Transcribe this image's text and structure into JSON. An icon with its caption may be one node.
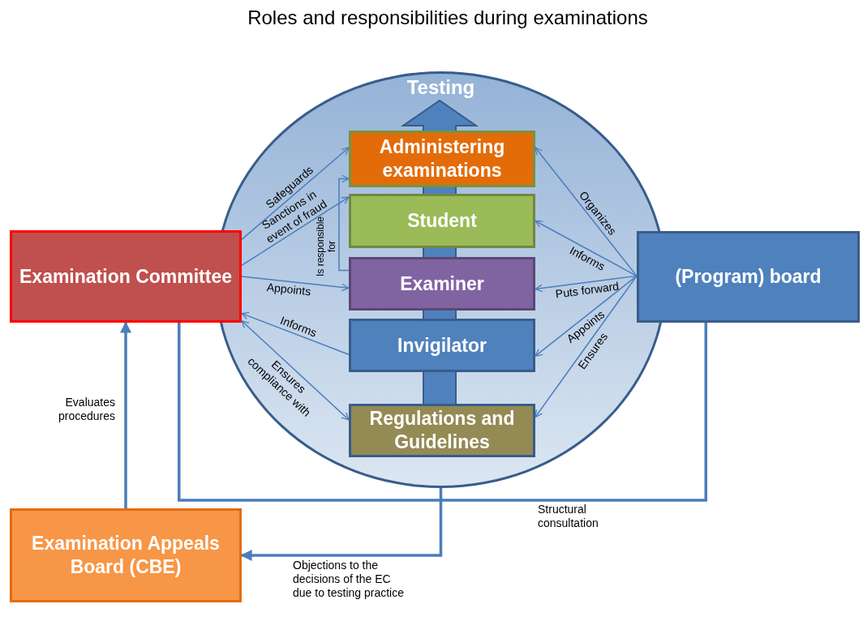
{
  "diagram": {
    "title": "Roles and responsibilities during examinations",
    "nodes": [
      {
        "text": [
          "Testing"
        ]
      },
      {
        "text": [
          "Administering examinations"
        ],
        "in": 0
      },
      {
        "text": [
          "Student"
        ],
        "in": 0
      },
      {
        "text": [
          "Examiner"
        ],
        "in": 0
      },
      {
        "text": [
          "Invigilator"
        ],
        "in": 0
      },
      {
        "text": [
          "Regulations and Guidelines"
        ],
        "in": 0
      },
      {
        "text": [
          "Examination Committee"
        ]
      },
      {
        "text": [
          "(Program) board"
        ]
      },
      {
        "text": [
          "Examination Appeals Board (CBE)"
        ]
      }
    ],
    "edges": [
      {
        "from": 6,
        "to": 1,
        "arrow": "to",
        "label": "Safeguards"
      },
      {
        "from": 6,
        "to": 2,
        "arrow": "to",
        "label": "Sanctions in event of fraud"
      },
      {
        "from": 6,
        "to": 3,
        "arrow": "to",
        "label": "Appoints"
      },
      {
        "from": 4,
        "to": 6,
        "arrow": "to",
        "label": "Informs"
      },
      {
        "from": 6,
        "to": 5,
        "arrow": "both",
        "label": "Ensures compliance with"
      },
      {
        "from": 3,
        "to": 1,
        "arrow": "to",
        "label": "Is responsible for"
      },
      {
        "from": 7,
        "to": 1,
        "arrow": "to",
        "label": "Organizes"
      },
      {
        "from": 7,
        "to": 2,
        "arrow": "to",
        "label": "Informs"
      },
      {
        "from": 7,
        "to": 3,
        "arrow": "to",
        "label": "Puts forward"
      },
      {
        "from": 7,
        "to": 4,
        "arrow": "to",
        "label": "Appoints"
      },
      {
        "from": 7,
        "to": 5,
        "arrow": "to",
        "label": "Ensures"
      },
      {
        "from": 8,
        "to": 6,
        "arrow": "to",
        "label": "Evaluates procedures",
        "style": "thick"
      },
      {
        "from": 6,
        "to": 7,
        "arrow": "none",
        "label": "Structural consultation",
        "style": "thick"
      },
      {
        "from": 0,
        "to": 8,
        "arrow": "to",
        "label": "Objections to the decisions of the EC due to testing practice",
        "style": "thick"
      }
    ]
  }
}
